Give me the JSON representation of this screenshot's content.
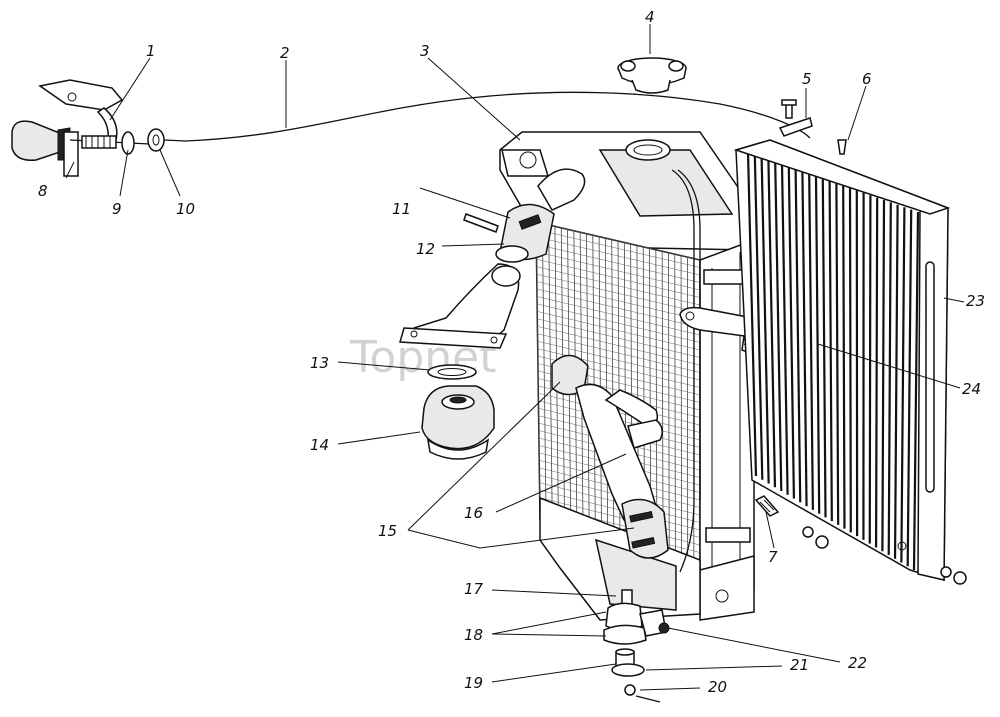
{
  "watermark": "Topnet",
  "callouts": [
    "1",
    "2",
    "3",
    "4",
    "5",
    "6",
    "7",
    "8",
    "9",
    "10",
    "11",
    "12",
    "13",
    "14",
    "15",
    "16",
    "17",
    "18",
    "19",
    "20",
    "21",
    "22",
    "23",
    "24"
  ],
  "colors": {
    "ink": "#111111",
    "paper": "#ffffff",
    "watermark": "#d2d2d2"
  }
}
